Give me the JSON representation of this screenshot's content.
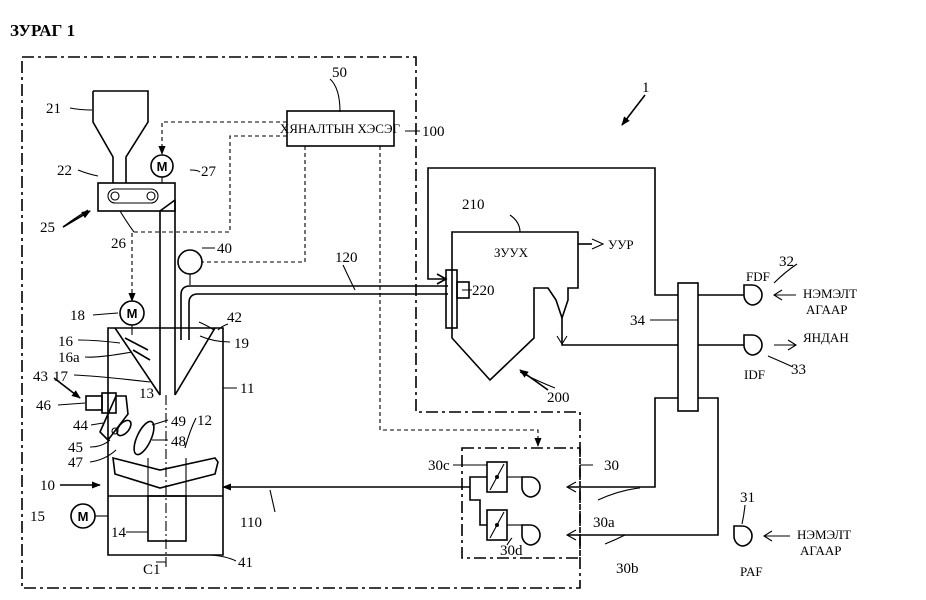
{
  "figure": {
    "title": "ЗУРАГ 1"
  },
  "labels": {
    "control_unit": "ХЯНАЛТЫН ХЭСЭГ",
    "boiler": "ЗУУХ",
    "steam": "УУР",
    "secondary_air_1": [
      "НЭМЭЛТ",
      "АГААР"
    ],
    "secondary_air_2": [
      "НЭМЭЛТ",
      "АГААР"
    ],
    "chimney": "ЯНДАН",
    "fdf": "FDF",
    "idf": "IDF",
    "paf": "PAF",
    "motor": "M"
  },
  "refs": {
    "r1": "1",
    "r10": "10",
    "r11": "11",
    "r12": "12",
    "r13": "13",
    "r14": "14",
    "r15": "15",
    "r16": "16",
    "r16a": "16a",
    "r17": "17",
    "r18": "18",
    "r19": "19",
    "r21": "21",
    "r22": "22",
    "r25": "25",
    "r26": "26",
    "r27": "27",
    "r30": "30",
    "r30a": "30a",
    "r30b": "30b",
    "r30c": "30c",
    "r30d": "30d",
    "r31": "31",
    "r32": "32",
    "r33": "33",
    "r34": "34",
    "r40": "40",
    "r41": "41",
    "r42": "42",
    "r43": "43",
    "r44": "44",
    "r45": "45",
    "r46": "46",
    "r47": "47",
    "r48": "48",
    "r49": "49",
    "r50": "50",
    "r100": "100",
    "r110": "110",
    "r120": "120",
    "r200": "200",
    "r210": "210",
    "r220": "220",
    "rC1": "C1"
  }
}
